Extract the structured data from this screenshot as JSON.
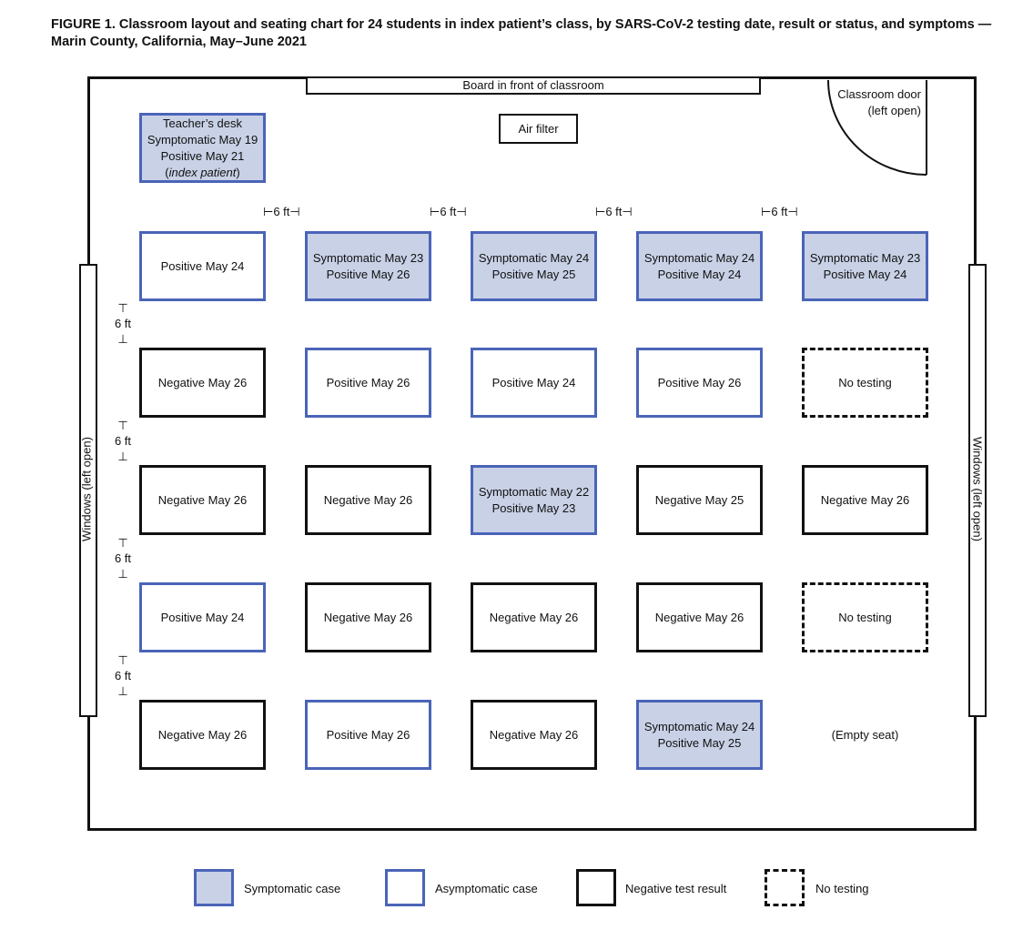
{
  "figure_title": "FIGURE 1. Classroom layout and seating chart for 24 students in index patient’s class, by SARS-CoV-2 testing date, result or status, and symptoms — Marin County, California, May–June 2021",
  "room": {
    "board": "Board in front of classroom",
    "air_filter": "Air filter",
    "door": [
      "Classroom door",
      "(left open)"
    ],
    "window_left": "Windows (left open)",
    "window_right": "Windows (left open)"
  },
  "teacher_desk": {
    "status": "symptomatic",
    "lines": [
      "Teacher’s desk",
      "Symptomatic May 19",
      "Positive May 21"
    ],
    "note": "index patient"
  },
  "spacing_label": "6 ft",
  "seats": [
    [
      {
        "status": "asymptomatic",
        "lines": [
          "Positive May 24"
        ]
      },
      {
        "status": "symptomatic",
        "lines": [
          "Symptomatic May 23",
          "Positive May 26"
        ]
      },
      {
        "status": "symptomatic",
        "lines": [
          "Symptomatic May 24",
          "Positive May 25"
        ]
      },
      {
        "status": "symptomatic",
        "lines": [
          "Symptomatic May 24",
          "Positive May 24"
        ]
      },
      {
        "status": "symptomatic",
        "lines": [
          "Symptomatic May 23",
          "Positive May 24"
        ]
      }
    ],
    [
      {
        "status": "negative",
        "lines": [
          "Negative May 26"
        ]
      },
      {
        "status": "asymptomatic",
        "lines": [
          "Positive May 26"
        ]
      },
      {
        "status": "asymptomatic",
        "lines": [
          "Positive May 24"
        ]
      },
      {
        "status": "asymptomatic",
        "lines": [
          "Positive May 26"
        ]
      },
      {
        "status": "notest",
        "lines": [
          "No testing"
        ]
      }
    ],
    [
      {
        "status": "negative",
        "lines": [
          "Negative May 26"
        ]
      },
      {
        "status": "negative",
        "lines": [
          "Negative May 26"
        ]
      },
      {
        "status": "symptomatic",
        "lines": [
          "Symptomatic May 22",
          "Positive May 23"
        ]
      },
      {
        "status": "negative",
        "lines": [
          "Negative May 25"
        ]
      },
      {
        "status": "negative",
        "lines": [
          "Negative May 26"
        ]
      }
    ],
    [
      {
        "status": "asymptomatic",
        "lines": [
          "Positive May 24"
        ]
      },
      {
        "status": "negative",
        "lines": [
          "Negative May 26"
        ]
      },
      {
        "status": "negative",
        "lines": [
          "Negative May 26"
        ]
      },
      {
        "status": "negative",
        "lines": [
          "Negative May 26"
        ]
      },
      {
        "status": "notest",
        "lines": [
          "No testing"
        ]
      }
    ],
    [
      {
        "status": "negative",
        "lines": [
          "Negative May 26"
        ]
      },
      {
        "status": "asymptomatic",
        "lines": [
          "Positive May 26"
        ]
      },
      {
        "status": "negative",
        "lines": [
          "Negative May 26"
        ]
      },
      {
        "status": "symptomatic",
        "lines": [
          "Symptomatic May 24",
          "Positive May 25"
        ]
      },
      {
        "status": "empty",
        "lines": [
          "(Empty seat)"
        ]
      }
    ]
  ],
  "legend": [
    {
      "status": "symptomatic",
      "label": "Symptomatic case"
    },
    {
      "status": "asymptomatic",
      "label": "Asymptomatic case"
    },
    {
      "status": "negative",
      "label": "Negative test result"
    },
    {
      "status": "notest",
      "label": "No testing"
    }
  ],
  "colors": {
    "symptomatic_fill": "#c8d1e6",
    "case_border": "#4a64b8",
    "negative_border": "#111111"
  }
}
